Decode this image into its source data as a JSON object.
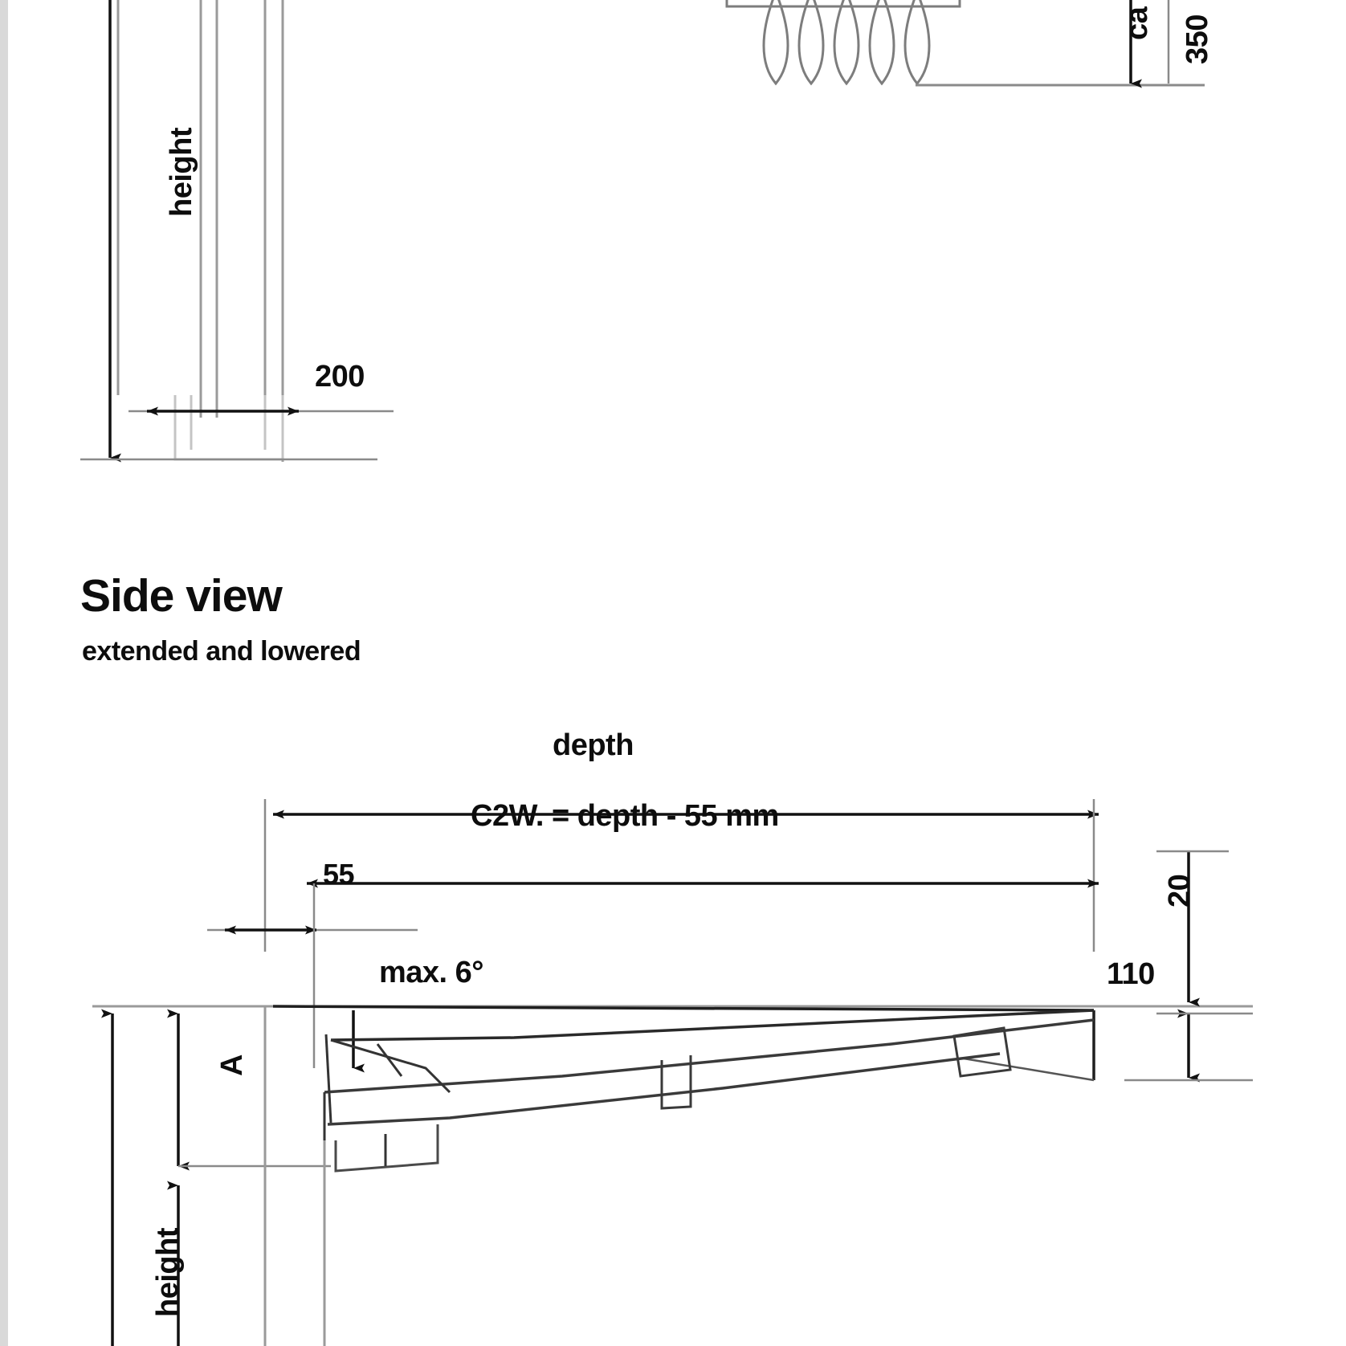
{
  "document": {
    "type": "technical-dimension-drawing",
    "background_color": "#ffffff",
    "line_color": "#1a1a1a",
    "thin_line_color": "#808080"
  },
  "top_view": {
    "labels": {
      "height": "height",
      "width_200": "200",
      "cable_350": "350",
      "cable_label": "ca"
    }
  },
  "side_view": {
    "title": "Side view",
    "subtitle": "extended and lowered",
    "dimensions": {
      "depth": "depth",
      "c2w_formula": "C2W. = depth - 55 mm",
      "offset_55": "55",
      "angle": "max. 6°",
      "drop_110": "110",
      "top_20": "20",
      "vertical_a": "A",
      "height": "height"
    }
  }
}
